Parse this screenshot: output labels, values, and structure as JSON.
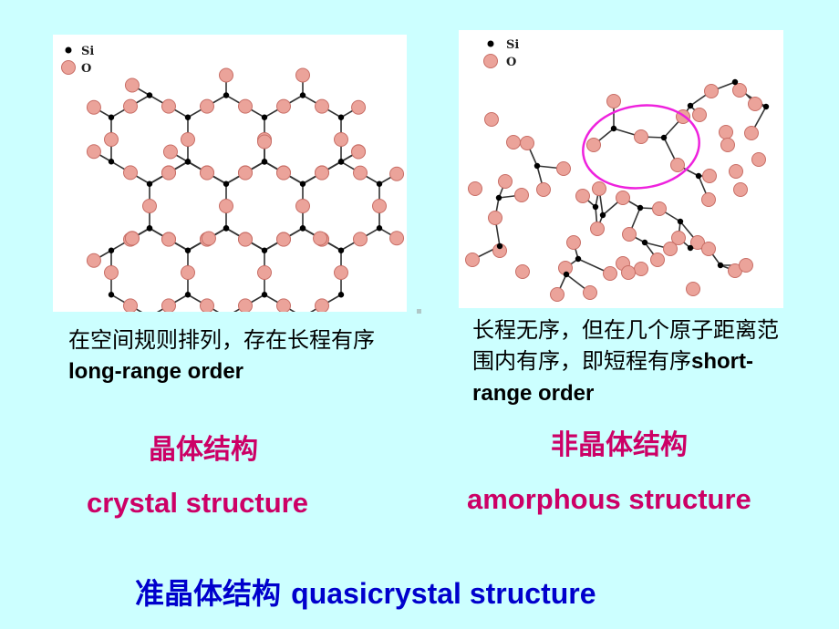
{
  "legend": {
    "si_label": "Si",
    "o_label": "O"
  },
  "colors": {
    "background": "#ccffff",
    "oxygen_fill": "#eba39a",
    "oxygen_stroke": "#c86e66",
    "silicon": "#000000",
    "bond": "#333333",
    "highlight_ring": "#ee22dd",
    "label_magenta": "#cc0066",
    "title_blue": "#0000cc"
  },
  "left": {
    "desc_cn": "在空间规则排列，存在长程有序",
    "desc_en": "long-range order",
    "label_cn": "晶体结构",
    "label_en": "crystal structure"
  },
  "right": {
    "desc_cn": "长程无序，但在几个原子距离范围内有序，即短程有序",
    "desc_en": "short-range order",
    "label_cn": "非晶体结构",
    "label_en": "amorphous structure"
  },
  "bottom": {
    "title_cn": "准晶体结构",
    "title_en": "quasicrystal structure"
  }
}
